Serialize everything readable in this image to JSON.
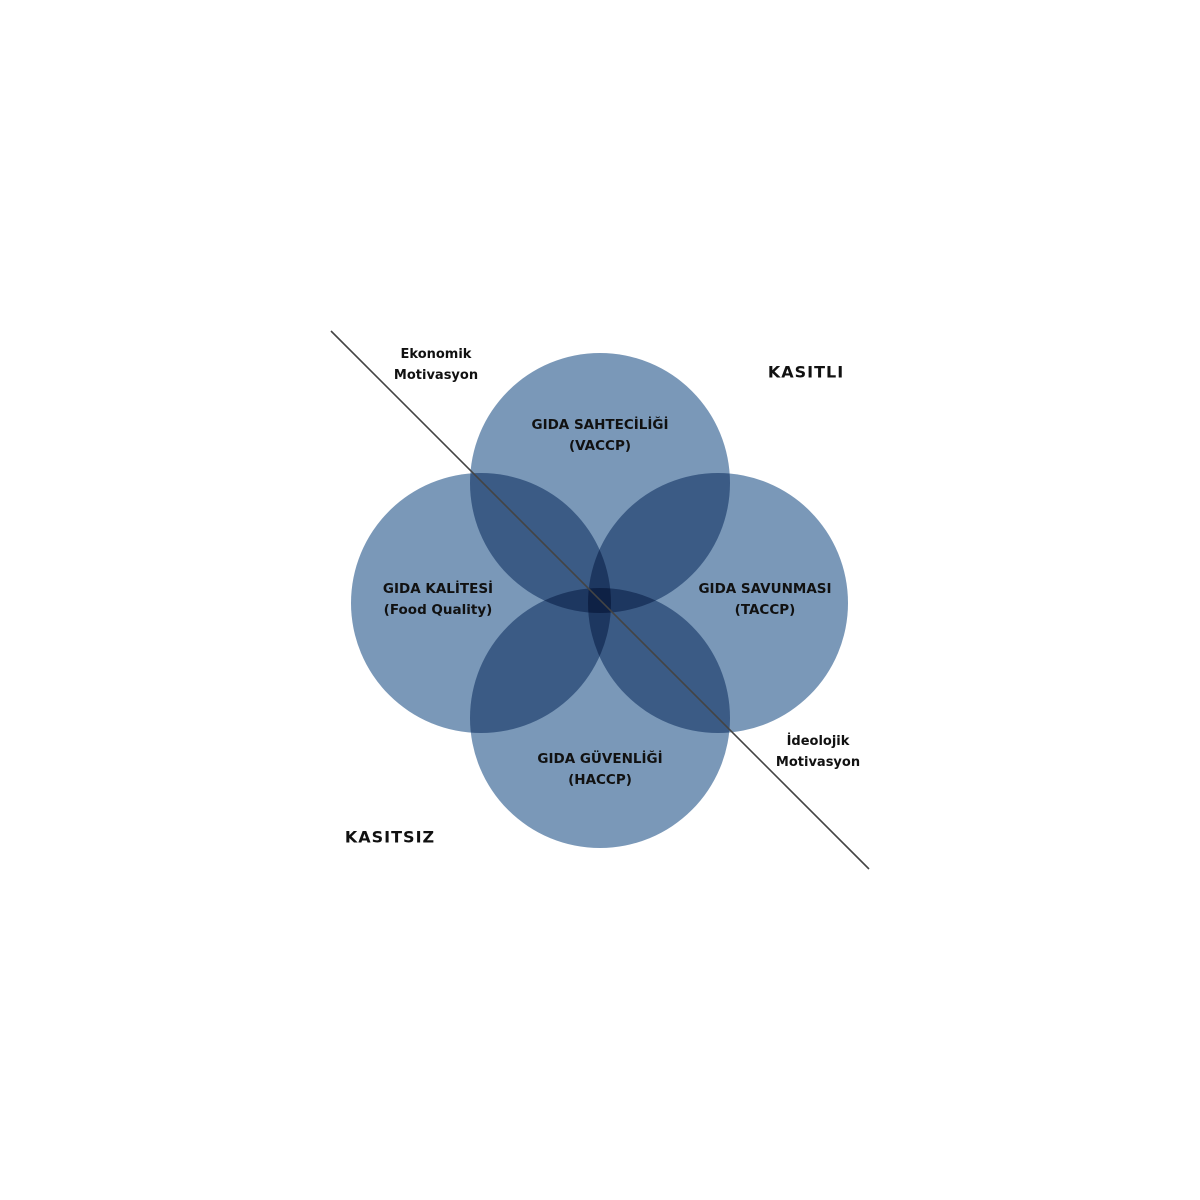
{
  "circles": [
    {
      "title": "GIDA SAHTECİLİĞİ",
      "subtitle": "(VACCP)"
    },
    {
      "title": "GIDA KALİTESİ",
      "subtitle": "(Food Quality)"
    },
    {
      "title": "GIDA SAVUNMASI",
      "subtitle": "(TACCP)"
    },
    {
      "title": "GIDA GÜVENLİĞİ",
      "subtitle": "(HACCP)"
    }
  ],
  "axis_labels": {
    "economic": {
      "line1": "Ekonomik",
      "line2": "Motivasyon"
    },
    "ideological": {
      "line1": "İdeolojik",
      "line2": "Motivasyon"
    }
  },
  "regions": {
    "intentional": "KASITLI",
    "unintentional": "KASITSIZ"
  },
  "colors": {
    "circle_fill": "#7a98b8",
    "line": "#444444"
  }
}
